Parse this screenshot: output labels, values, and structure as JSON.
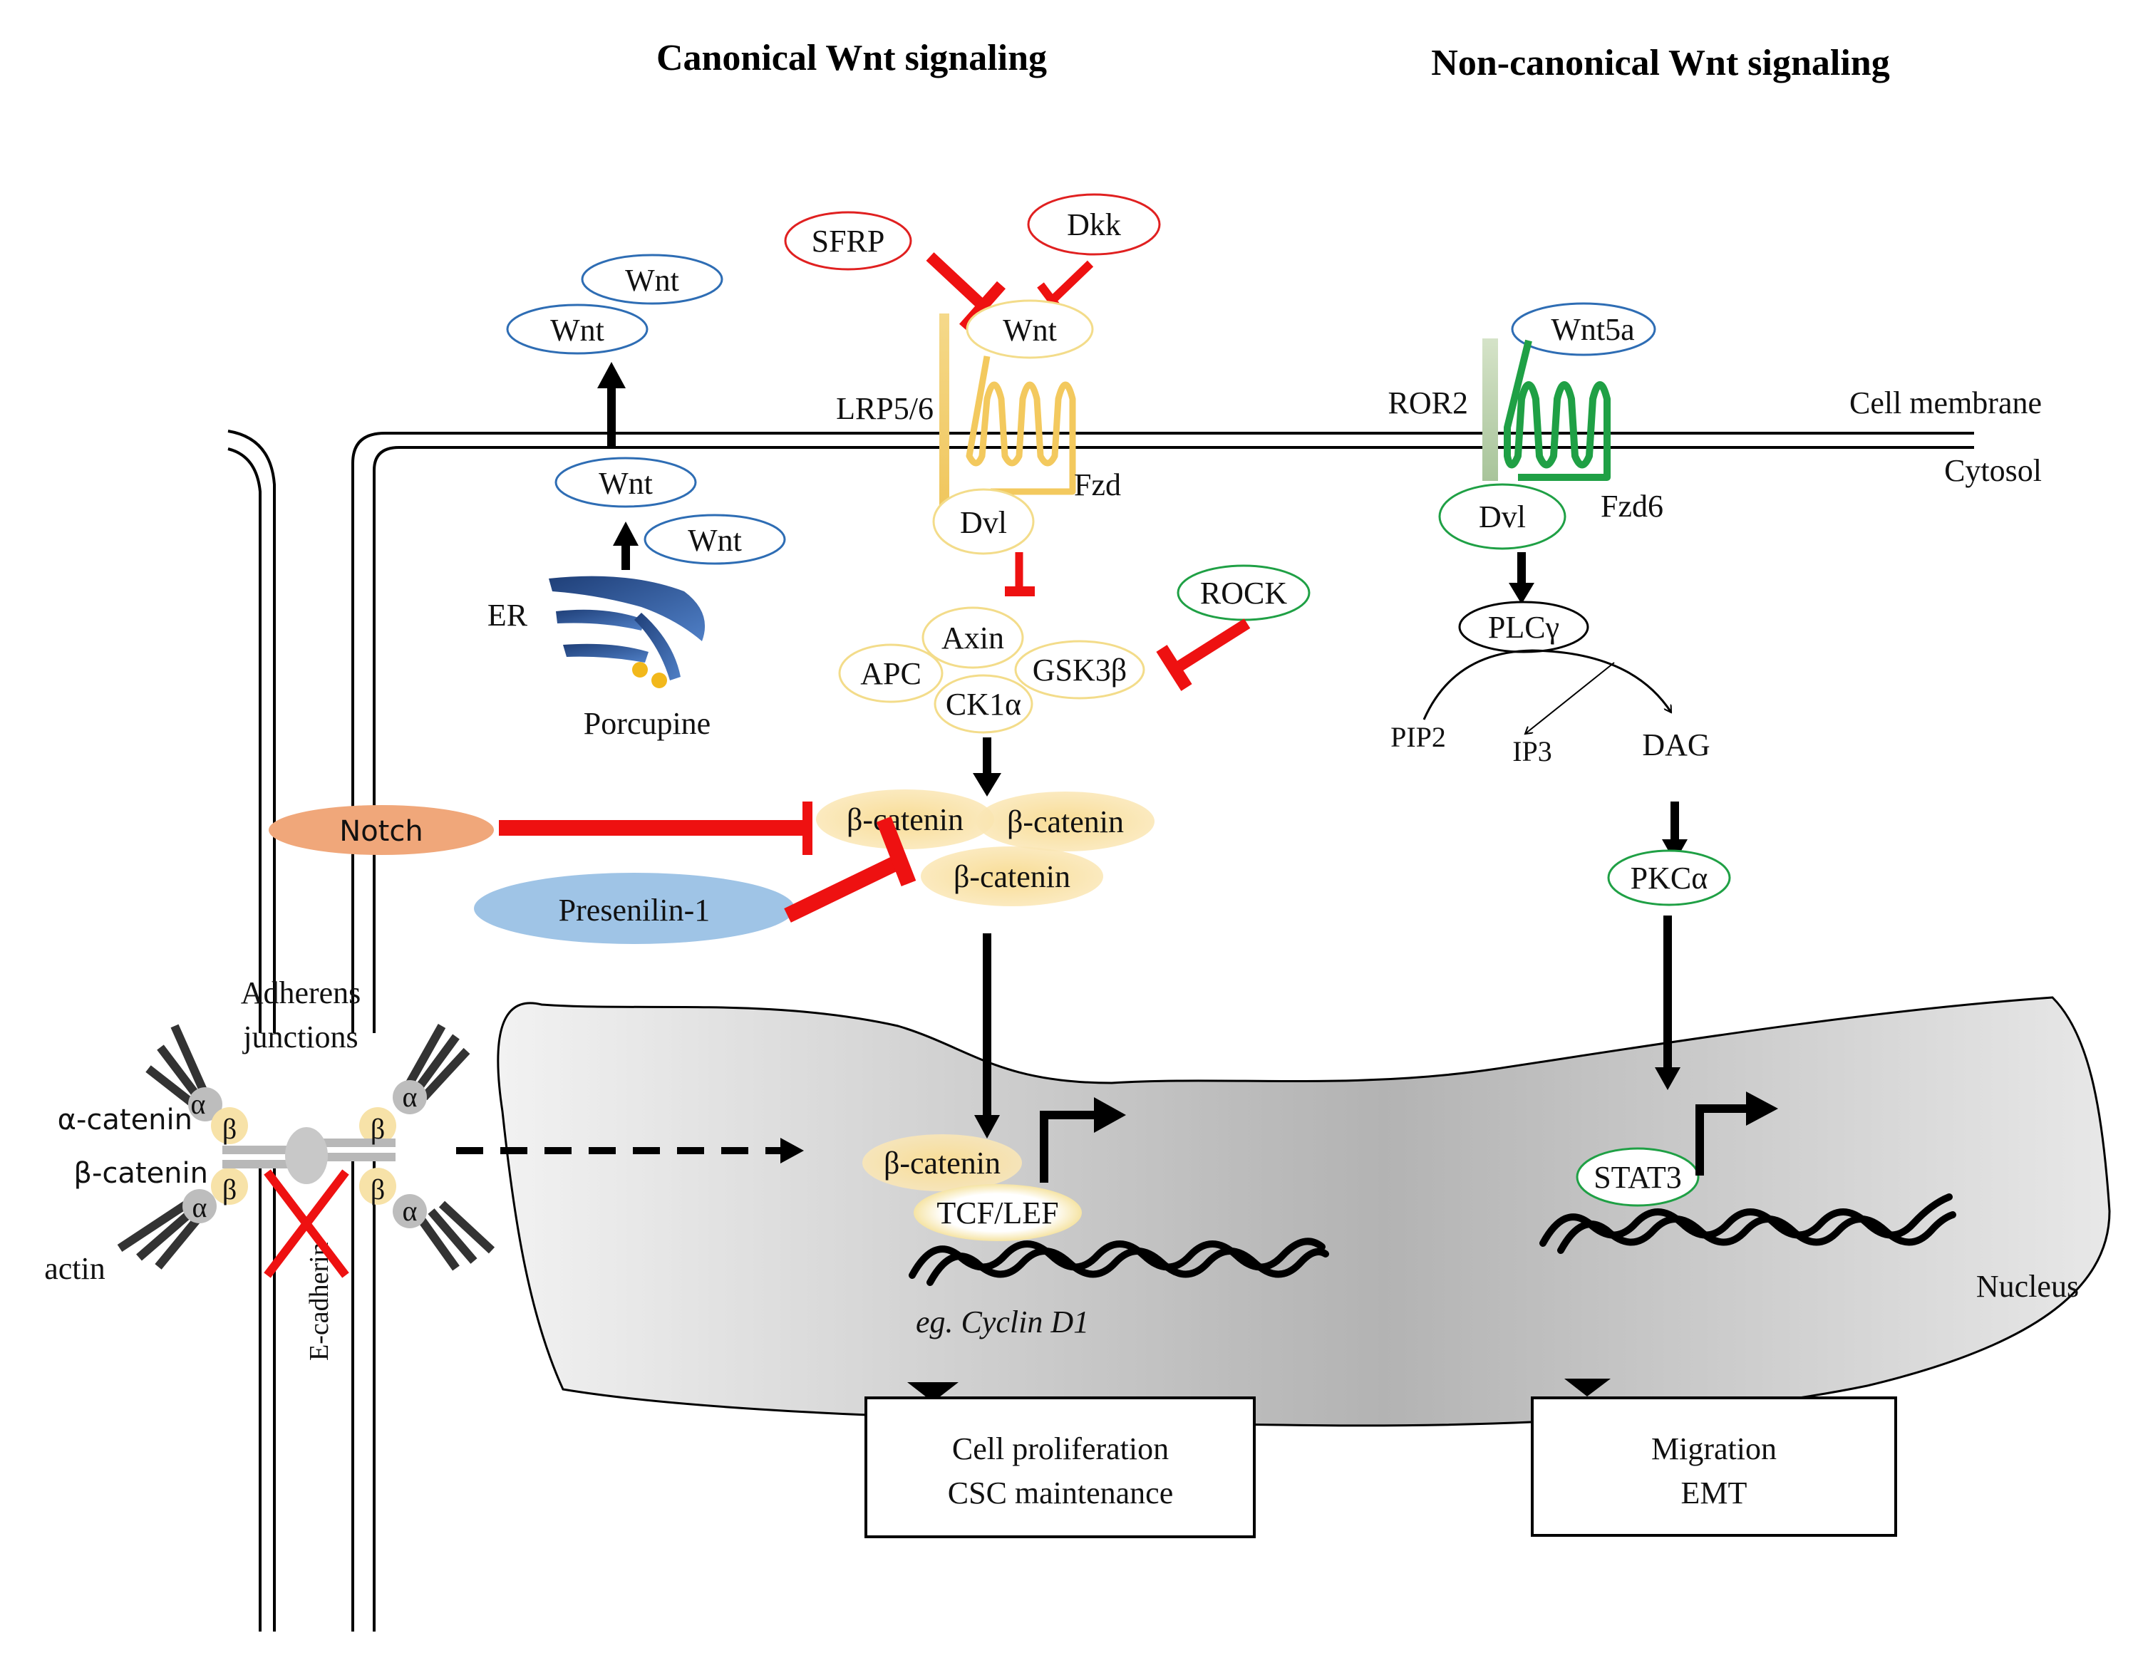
{
  "titles": {
    "canonical": "Canonical Wnt signaling",
    "noncanonical": "Non-canonical Wnt signaling"
  },
  "compartments": {
    "cell_membrane": "Cell membrane",
    "cytosol": "Cytosol",
    "nucleus": "Nucleus",
    "adherens": [
      "Adherens",
      "junctions"
    ],
    "e_cadherin": "E-cadherin"
  },
  "canonical": {
    "secreted_wnt": [
      "Wnt",
      "Wnt"
    ],
    "cytosolic_wnt": [
      "Wnt",
      "Wnt"
    ],
    "er": "ER",
    "porcupine": "Porcupine",
    "inhibitors": {
      "sfrp": "SFRP",
      "dkk": "Dkk"
    },
    "ligand": "Wnt",
    "coreceptor": "LRP5/6",
    "receptor": "Fzd",
    "dvl": "Dvl",
    "destruction_complex": [
      "Axin",
      "APC",
      "GSK3β",
      "CK1α"
    ],
    "rock": "ROCK",
    "beta_catenin": [
      "β-catenin",
      "β-catenin",
      "β-catenin"
    ],
    "notch": "Notch",
    "presenilin": "Presenilin-1",
    "nuclear_beta_catenin": "β-catenin",
    "tcf_lef": "TCF/LEF",
    "target_gene": "eg. Cyclin D1",
    "outcome": [
      "Cell proliferation",
      "CSC maintenance"
    ]
  },
  "noncanonical": {
    "ligand": "Wnt5a",
    "coreceptor": "ROR2",
    "receptor": "Fzd6",
    "dvl": "Dvl",
    "plc": "PLCγ",
    "pip2": "PIP2",
    "ip3": "IP3",
    "dag": "DAG",
    "pkc": "PKCα",
    "stat3": "STAT3",
    "outcome": [
      "Migration",
      "EMT"
    ]
  },
  "junction": {
    "alpha_catenin": "α-catenin",
    "beta_catenin": "β-catenin",
    "actin": "actin",
    "alpha": "α",
    "beta": "β"
  },
  "colors": {
    "inhibition": "#ee1111",
    "activation": "#000000",
    "wnt_outline": "#2e6db4",
    "canonical_outline": "#f3dc8a",
    "noncanonical_outline": "#1fa045",
    "inhibitor_outline": "#e02020",
    "beta_catenin_fill": "#f7d98c",
    "notch_fill": "#f0a77a",
    "presenilin_fill": "#9fc4e6",
    "nucleus_fill": "#d6d6d6"
  }
}
